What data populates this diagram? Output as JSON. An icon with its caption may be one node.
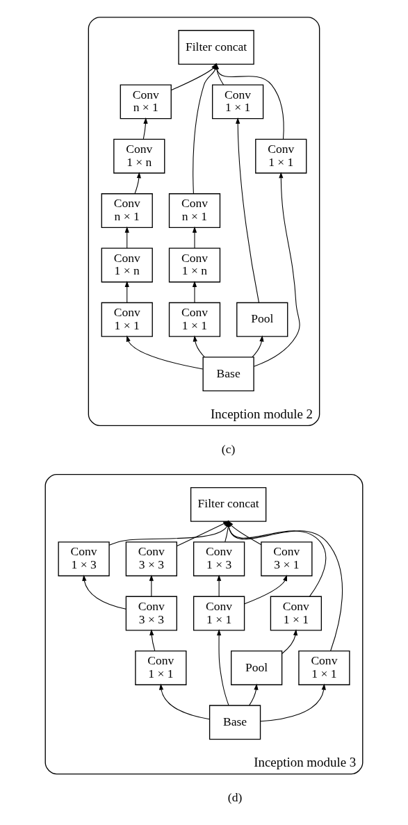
{
  "diagram": {
    "nodes": [
      {
        "text": [
          "Inception module 2"
        ]
      },
      {
        "text": [
          "Filter concat"
        ],
        "in": 0
      },
      {
        "text": [
          "Conv",
          "n × 1"
        ],
        "in": 0
      },
      {
        "text": [
          "Conv",
          "1 × n"
        ],
        "in": 0
      },
      {
        "text": [
          "Conv",
          "n × 1"
        ],
        "in": 0
      },
      {
        "text": [
          "Conv",
          "1 × n"
        ],
        "in": 0
      },
      {
        "text": [
          "Conv",
          "1 × 1"
        ],
        "in": 0
      },
      {
        "text": [
          "Conv",
          "n × 1"
        ],
        "in": 0
      },
      {
        "text": [
          "Conv",
          "1 × n"
        ],
        "in": 0
      },
      {
        "text": [
          "Conv",
          "1 × 1"
        ],
        "in": 0
      },
      {
        "text": [
          "Conv",
          "1 × 1"
        ],
        "in": 0
      },
      {
        "text": [
          "Pool"
        ],
        "in": 0
      },
      {
        "text": [
          "Conv",
          "1 × 1"
        ],
        "in": 0
      },
      {
        "text": [
          "Base"
        ],
        "in": 0
      },
      {
        "text": [
          "Inception module 3"
        ]
      },
      {
        "text": [
          "Filter concat"
        ],
        "in": 14
      },
      {
        "text": [
          "Conv",
          "1 × 3"
        ],
        "in": 14
      },
      {
        "text": [
          "Conv",
          "3 × 3"
        ],
        "in": 14
      },
      {
        "text": [
          "Conv",
          "3 × 3"
        ],
        "in": 14
      },
      {
        "text": [
          "Conv",
          "1 × 3"
        ],
        "in": 14
      },
      {
        "text": [
          "Conv",
          "3 × 1"
        ],
        "in": 14
      },
      {
        "text": [
          "Conv",
          "1 × 1"
        ],
        "in": 14
      },
      {
        "text": [
          "Conv",
          "1 × 1"
        ],
        "in": 14
      },
      {
        "text": [
          "Conv",
          "1 × 1"
        ],
        "in": 14
      },
      {
        "text": [
          "Pool"
        ],
        "in": 14
      },
      {
        "text": [
          "Conv",
          "1 × 1"
        ],
        "in": 14
      },
      {
        "text": [
          "Base"
        ],
        "in": 14
      }
    ],
    "edges": [
      {
        "from": 13,
        "to": 6,
        "arrow": "to"
      },
      {
        "from": 13,
        "to": 9,
        "arrow": "to"
      },
      {
        "from": 13,
        "to": 11,
        "arrow": "to"
      },
      {
        "from": 13,
        "to": 12,
        "arrow": "to"
      },
      {
        "from": 6,
        "to": 5,
        "arrow": "to"
      },
      {
        "from": 5,
        "to": 4,
        "arrow": "to"
      },
      {
        "from": 4,
        "to": 3,
        "arrow": "to"
      },
      {
        "from": 3,
        "to": 2,
        "arrow": "to"
      },
      {
        "from": 2,
        "to": 1,
        "arrow": "to"
      },
      {
        "from": 9,
        "to": 8,
        "arrow": "to"
      },
      {
        "from": 8,
        "to": 7,
        "arrow": "to"
      },
      {
        "from": 7,
        "to": 1,
        "arrow": "to"
      },
      {
        "from": 11,
        "to": 10,
        "arrow": "to"
      },
      {
        "from": 10,
        "to": 1,
        "arrow": "to"
      },
      {
        "from": 12,
        "to": 1,
        "arrow": "to"
      },
      {
        "from": 26,
        "to": 22,
        "arrow": "to"
      },
      {
        "from": 26,
        "to": 23,
        "arrow": "to"
      },
      {
        "from": 26,
        "to": 24,
        "arrow": "to"
      },
      {
        "from": 26,
        "to": 25,
        "arrow": "to"
      },
      {
        "from": 22,
        "to": 18,
        "arrow": "to"
      },
      {
        "from": 18,
        "to": 16,
        "arrow": "to"
      },
      {
        "from": 18,
        "to": 17,
        "arrow": "to"
      },
      {
        "from": 23,
        "to": 19,
        "arrow": "to"
      },
      {
        "from": 23,
        "to": 20,
        "arrow": "to"
      },
      {
        "from": 24,
        "to": 21,
        "arrow": "to"
      },
      {
        "from": 16,
        "to": 15,
        "arrow": "to"
      },
      {
        "from": 17,
        "to": 15,
        "arrow": "to"
      },
      {
        "from": 19,
        "to": 15,
        "arrow": "to"
      },
      {
        "from": 20,
        "to": 15,
        "arrow": "to"
      },
      {
        "from": 21,
        "to": 15,
        "arrow": "to"
      },
      {
        "from": 25,
        "to": 15,
        "arrow": "to"
      }
    ],
    "labels": [
      "(c)",
      "(d)"
    ]
  }
}
